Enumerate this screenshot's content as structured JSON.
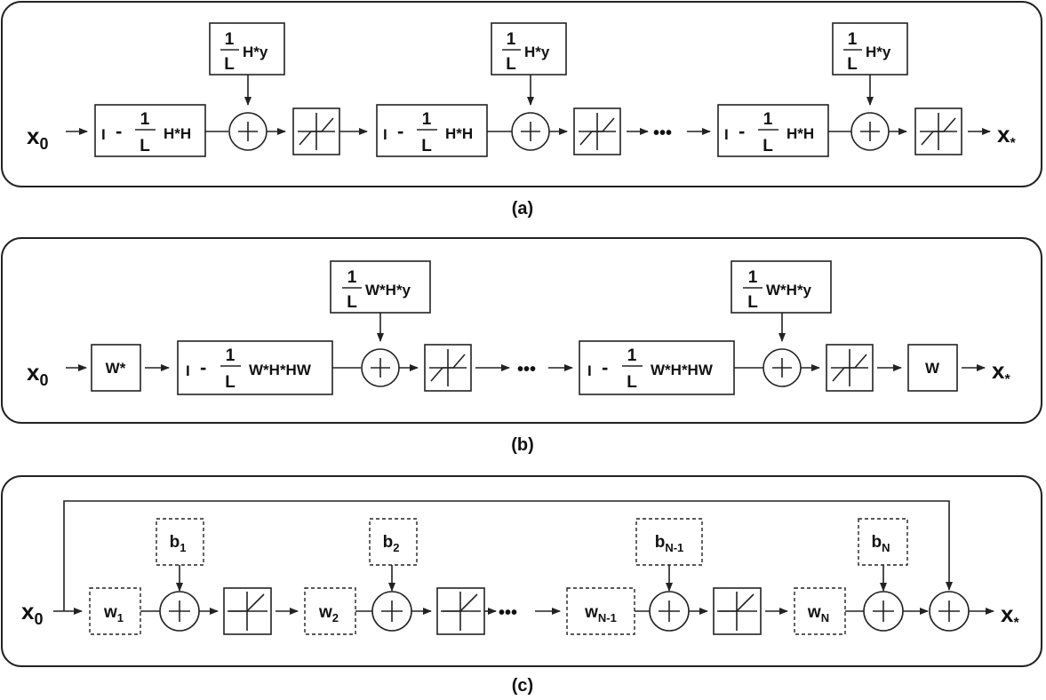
{
  "panel_a": {
    "caption": "(a)",
    "input_var": "x",
    "input_sub": "0",
    "output_var": "x",
    "output_sub": "*",
    "frac_num": "1",
    "frac_den": "L",
    "identity": "I",
    "minus": "-",
    "gradient_op": "H*H",
    "bias_term": "H*y",
    "ellipsis": "•••"
  },
  "panel_b": {
    "caption": "(b)",
    "input_var": "x",
    "input_sub": "0",
    "output_var": "x",
    "output_sub": "*",
    "frac_num": "1",
    "frac_den": "L",
    "identity": "I",
    "minus": "-",
    "analysis_op": "W*",
    "gradient_op": "W*H*HW",
    "bias_term": "W*H*y",
    "synthesis_op": "W",
    "ellipsis": "•••"
  },
  "panel_c": {
    "caption": "(c)",
    "input_var": "x",
    "input_sub": "0",
    "output_var": "x",
    "output_sub": "*",
    "weight_var": "w",
    "bias_var": "b",
    "sub_1": "1",
    "sub_2": "2",
    "sub_n1": "N-1",
    "sub_n": "N",
    "ellipsis": "•••"
  },
  "icons": {
    "sum": "plus-in-circle",
    "soft_threshold": "soft-threshold-icon",
    "relu": "relu-icon"
  }
}
